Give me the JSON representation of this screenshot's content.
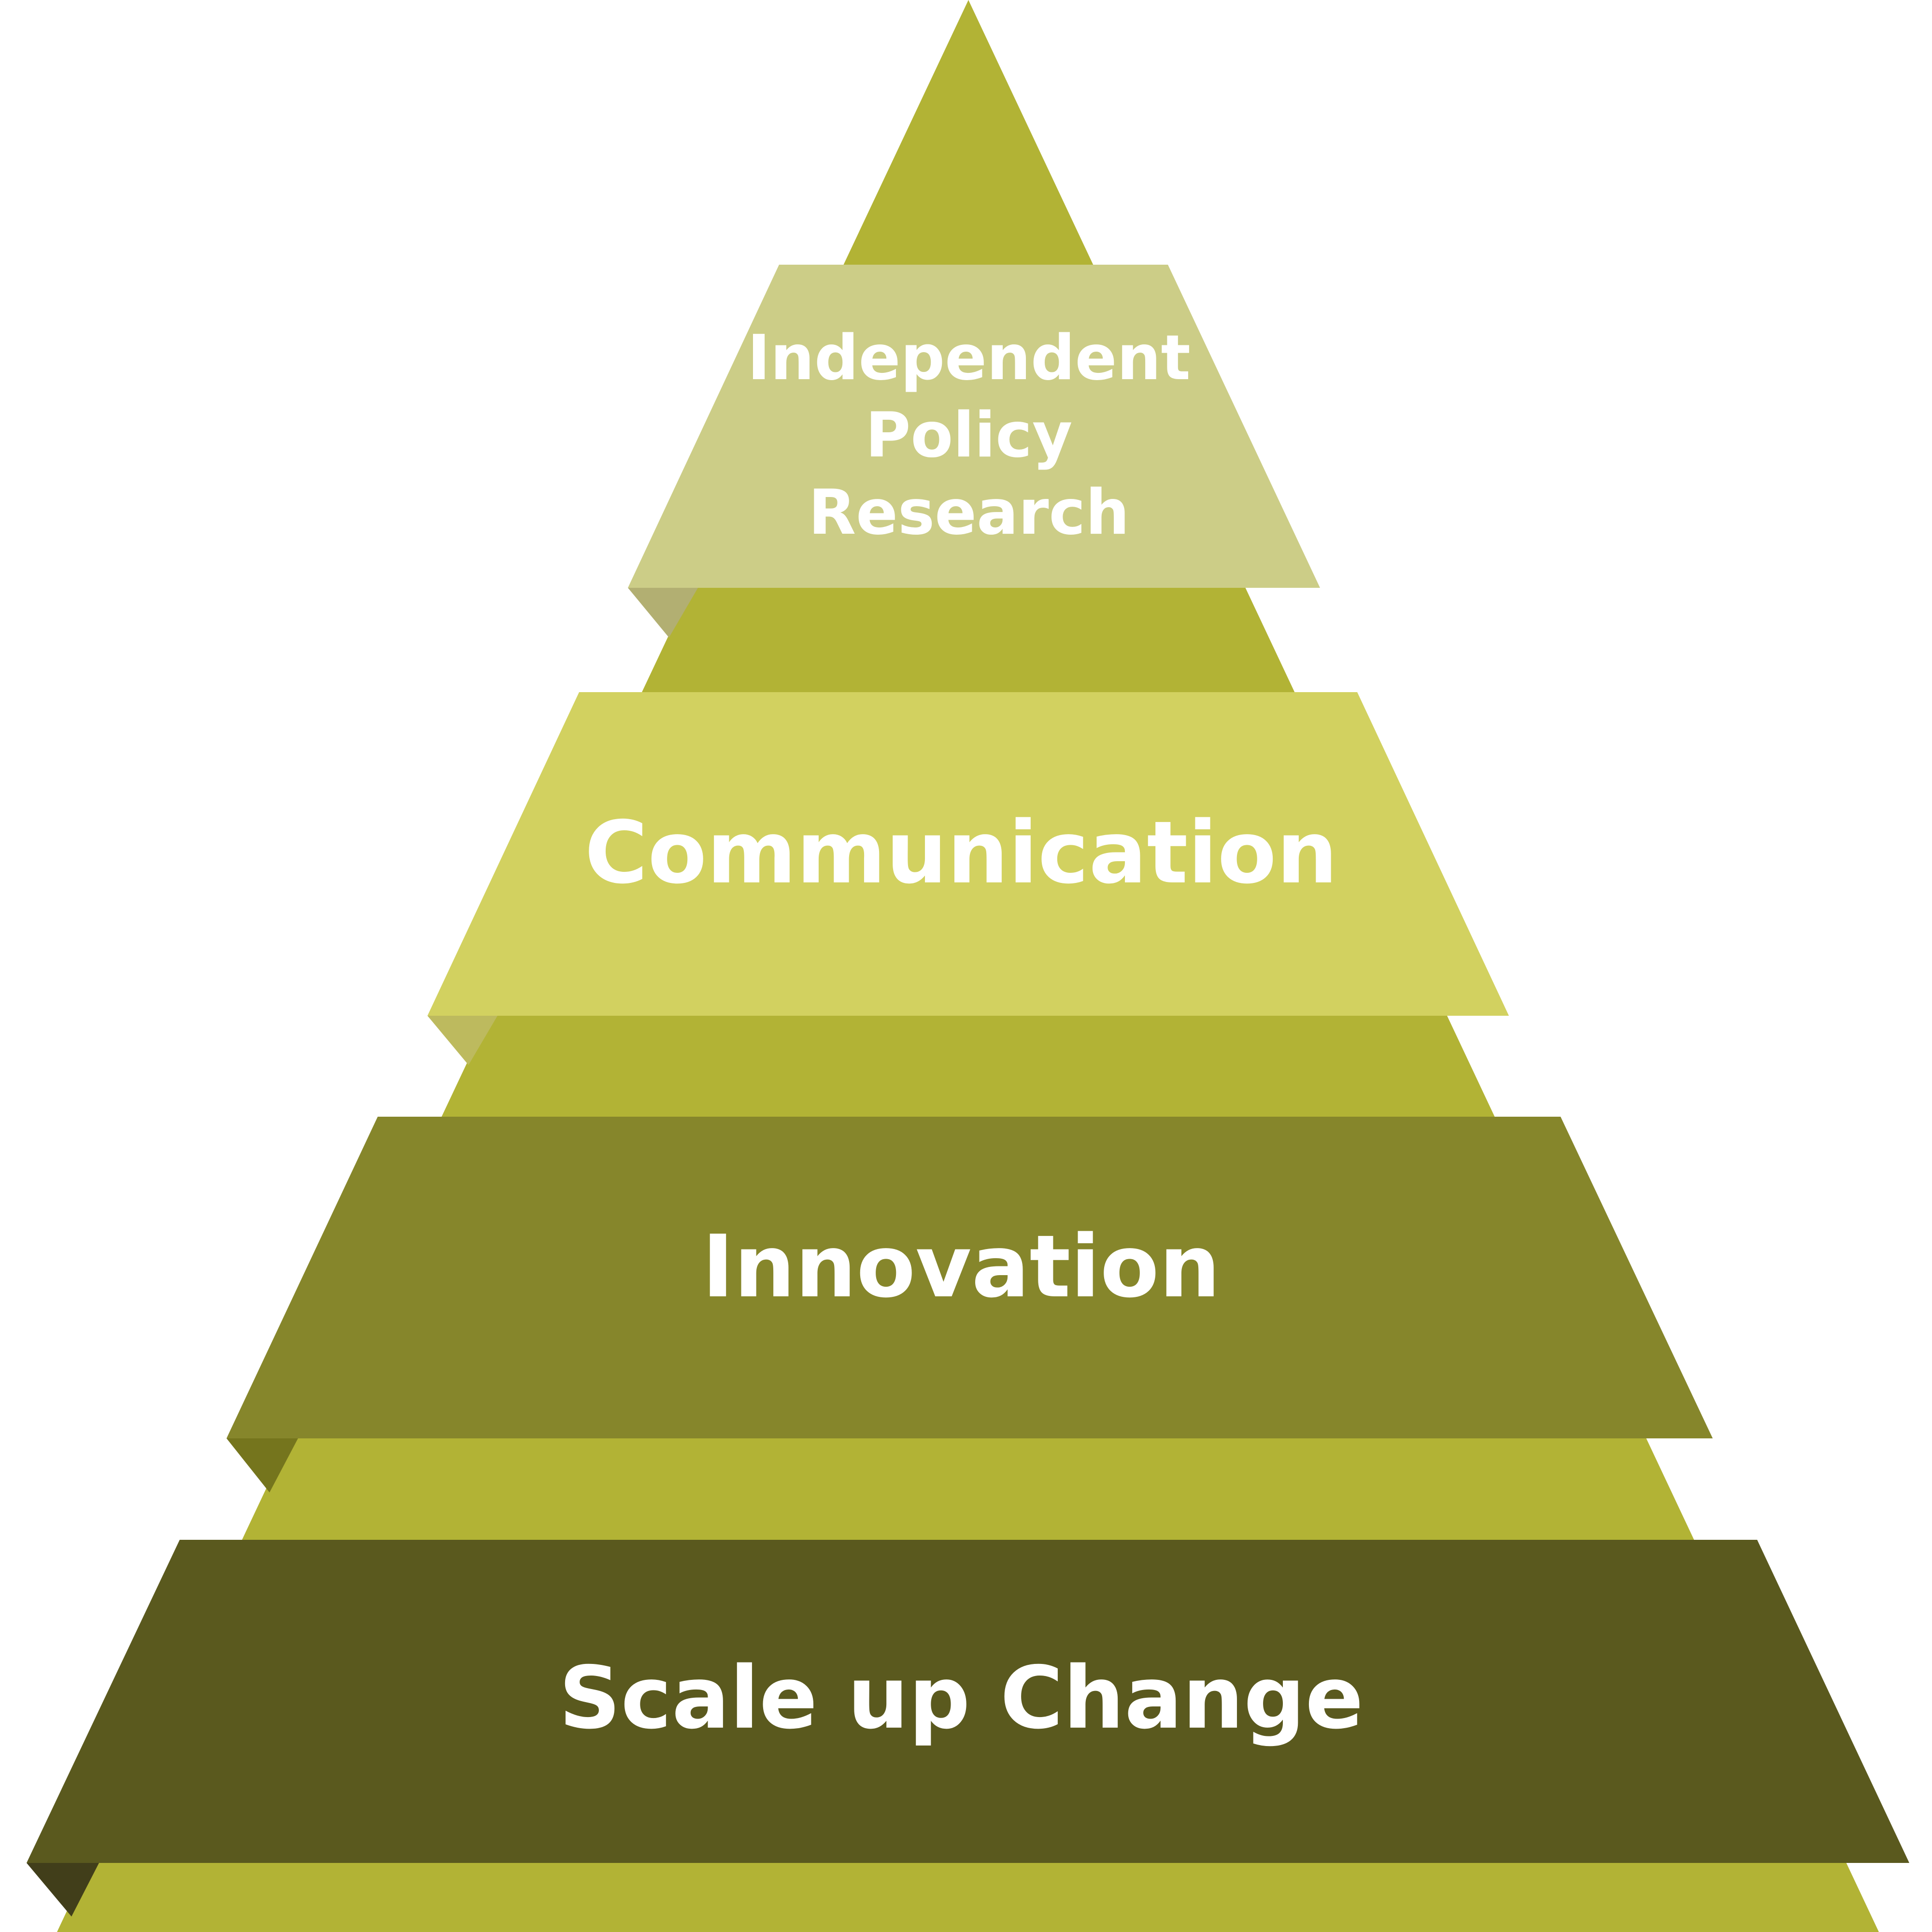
{
  "diagram": {
    "type": "pyramid",
    "base_color": "#B2B335",
    "levels": [
      {
        "lines": [
          "Independent",
          "Policy",
          "Research"
        ],
        "color": "#CCCD87",
        "fold_color": "#B2AF72"
      },
      {
        "lines": [
          "Communication"
        ],
        "color": "#D2D160",
        "fold_color": "#BDBA5E"
      },
      {
        "lines": [
          "Innovation"
        ],
        "color": "#86862B",
        "fold_color": "#75751D"
      },
      {
        "lines": [
          "Scale up Change"
        ],
        "color": "#5A591E",
        "fold_color": "#413E1A"
      }
    ]
  }
}
